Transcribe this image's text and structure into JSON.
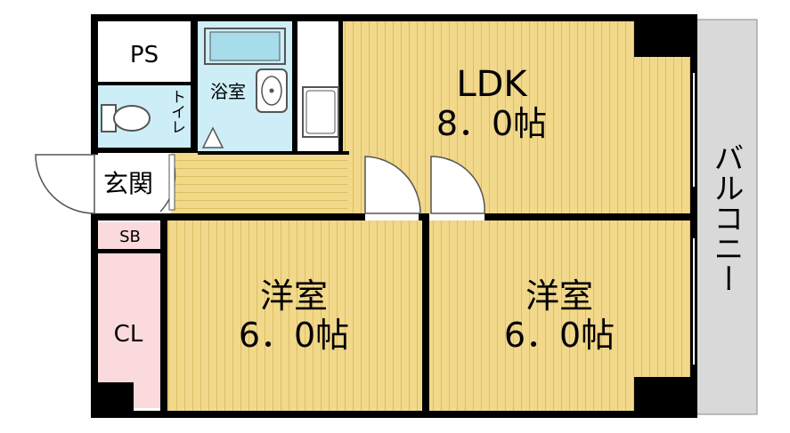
{
  "floor_plan": {
    "colors": {
      "wall": "#000000",
      "wood_floor": "#f2d88a",
      "wood_grain": "#dcbd62",
      "bath_tile": "#cdeef6",
      "closet": "#fadadd",
      "balcony": "#d9d9d9",
      "plain": "#ffffff"
    },
    "rooms": {
      "ldk": {
        "name": "LDK",
        "size": "8．0帖"
      },
      "western1": {
        "name": "洋室",
        "size": "6．0帖"
      },
      "western2": {
        "name": "洋室",
        "size": "6．0帖"
      },
      "bath": {
        "name": "浴室"
      },
      "toilet": {
        "name": "トイレ"
      },
      "entrance": {
        "name": "玄関"
      },
      "ps": {
        "name": "PS"
      },
      "sb": {
        "name": "SB"
      },
      "closet": {
        "name": "CL"
      },
      "balcony": {
        "name": "バルコニー"
      }
    }
  }
}
